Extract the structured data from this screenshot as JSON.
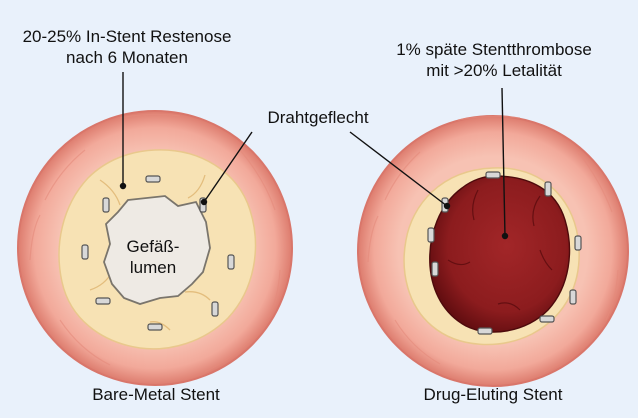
{
  "figure": {
    "left_panel": {
      "annotation_restenosis_line1": "20-25% In-Stent Restenose",
      "annotation_restenosis_line2": "nach 6 Monaten",
      "lumen_line1": "Gefäß-",
      "lumen_line2": "lumen",
      "caption": "Bare-Metal Stent"
    },
    "right_panel": {
      "annotation_thrombosis_line1": "1% späte Stentthrombose",
      "annotation_thrombosis_line2": "mit >20% Letalität",
      "caption": "Drug-Eluting Stent"
    },
    "shared_annotation": "Drahtgeflecht"
  },
  "colors": {
    "background": "#e9f1fb",
    "vessel_wall": "#f2a99a",
    "vessel_wall_dark": "#dd7c6e",
    "neointima": "#f7e2b4",
    "plaque_edge": "#e9c88c",
    "lumen": "#eeeae4",
    "thrombus": "#8c1c1e",
    "thrombus_dark": "#5e0c0f",
    "strut": "#d8d8d8"
  }
}
